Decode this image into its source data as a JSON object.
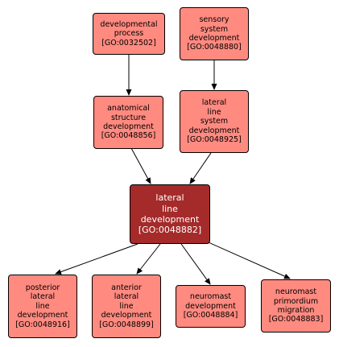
{
  "colors": {
    "node_fill": "#ff8a80",
    "focus_fill": "#a52a2a",
    "focus_text": "#ffffff",
    "edge": "#000000"
  },
  "nodes": {
    "developmental_process": {
      "lines": [
        "developmental",
        "process",
        "[GO:0032502]"
      ]
    },
    "sensory_system_development": {
      "lines": [
        "sensory",
        "system",
        "development",
        "[GO:0048880]"
      ]
    },
    "anatomical_structure_development": {
      "lines": [
        "anatomical",
        "structure",
        "development",
        "[GO:0048856]"
      ]
    },
    "lateral_line_system_development": {
      "lines": [
        "lateral",
        "line",
        "system",
        "development",
        "[GO:0048925]"
      ]
    },
    "lateral_line_development": {
      "lines": [
        "lateral",
        "line",
        "development",
        "[GO:0048882]"
      ]
    },
    "posterior_lateral_line_development": {
      "lines": [
        "posterior",
        "lateral",
        "line",
        "development",
        "[GO:0048916]"
      ]
    },
    "anterior_lateral_line_development": {
      "lines": [
        "anterior",
        "lateral",
        "line",
        "development",
        "[GO:0048899]"
      ]
    },
    "neuromast_development": {
      "lines": [
        "neuromast",
        "development",
        "[GO:0048884]"
      ]
    },
    "neuromast_primordium_migration": {
      "lines": [
        "neuromast",
        "primordium",
        "migration",
        "[GO:0048883]"
      ]
    }
  }
}
